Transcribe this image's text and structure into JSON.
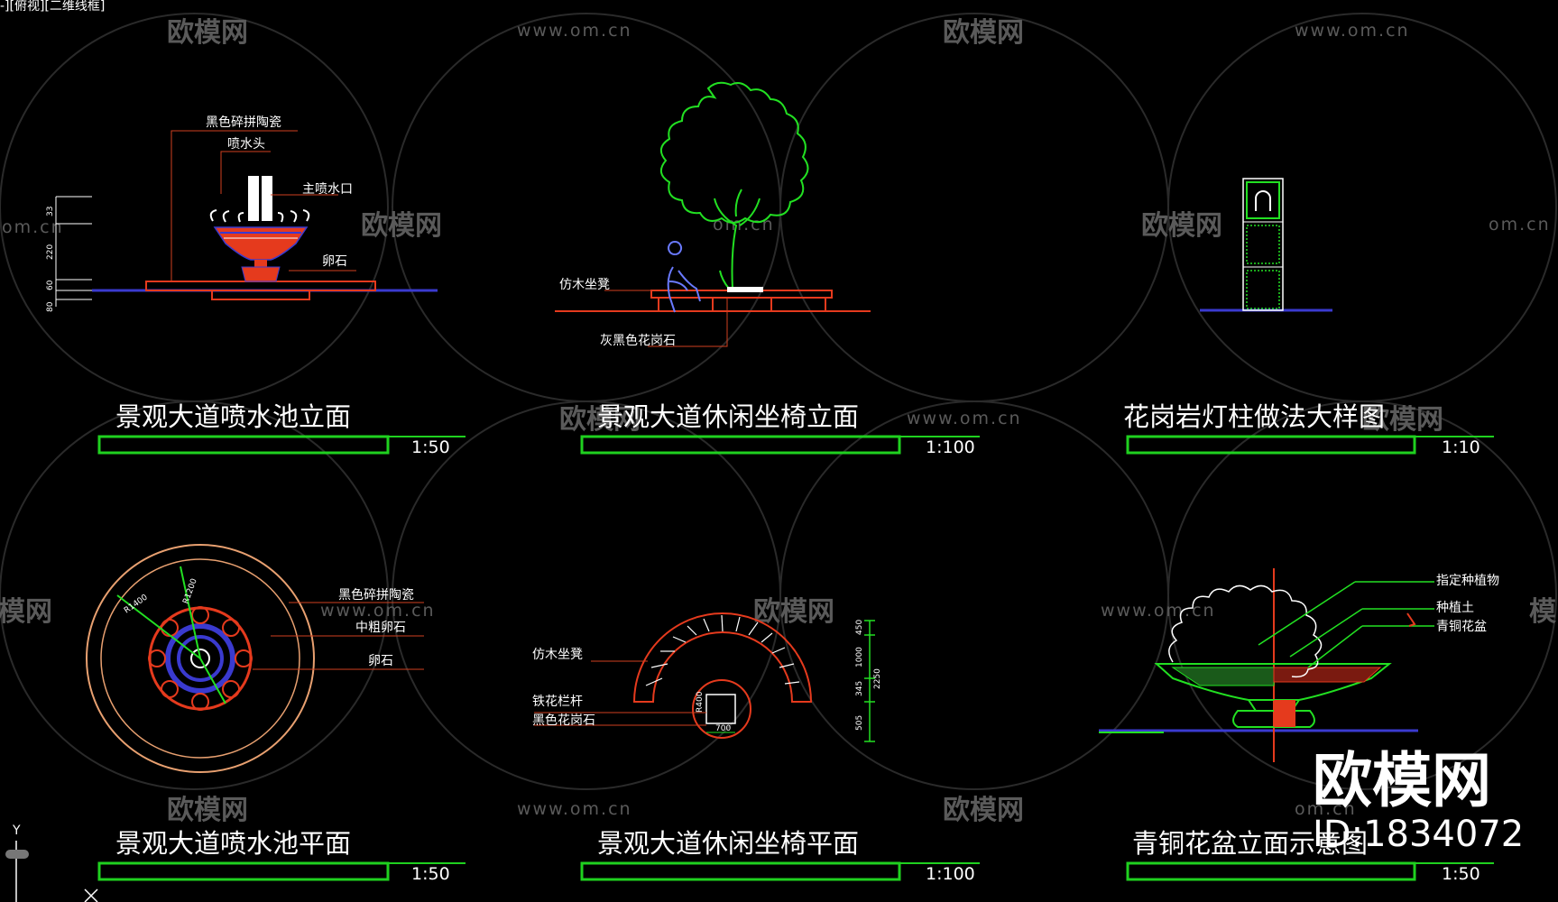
{
  "view_tag": "-][俯视][二维线框]",
  "colors": {
    "background": "#000000",
    "title_bar": "#1fd11f",
    "red": "#e53a1d",
    "blue": "#3a3acf",
    "green": "#22e022",
    "leader": "#d04020"
  },
  "watermark": {
    "brand_text": "欧模网",
    "url_text": "www.om.cn",
    "url_partial": "om.cn",
    "brand_partial": "模网"
  },
  "brand_stamp": {
    "name": "欧模网",
    "id": "ID:1834072"
  },
  "drawings": [
    {
      "id": "fountain-elevation",
      "title": "景观大道喷水池立面",
      "scale": "1:50",
      "labels": [
        "黑色碎拼陶瓷",
        "喷水头",
        "主喷水口",
        "卵石"
      ],
      "dims": [
        "33",
        "220",
        "60",
        "80"
      ]
    },
    {
      "id": "bench-elevation",
      "title": "景观大道休闲坐椅立面",
      "scale": "1:100",
      "labels": [
        "仿木坐凳",
        "灰黑色花岗石"
      ]
    },
    {
      "id": "lamp-post-detail",
      "title": "花岗岩灯柱做法大样图",
      "scale": "1:10",
      "labels": []
    },
    {
      "id": "fountain-plan",
      "title": "景观大道喷水池平面",
      "scale": "1:50",
      "labels": [
        "黑色碎拼陶瓷",
        "中粗卵石",
        "卵石"
      ],
      "dims": [
        "R1400",
        "R1200"
      ]
    },
    {
      "id": "bench-plan",
      "title": "景观大道休闲坐椅平面",
      "scale": "1:100",
      "labels": [
        "仿木坐凳",
        "铁花栏杆",
        "黑色花岗石"
      ],
      "dims": [
        "450",
        "1000",
        "345",
        "2250",
        "505",
        "700",
        "R400"
      ]
    },
    {
      "id": "planter-elevation",
      "title": "青铜花盆立面示意图",
      "scale": "1:50",
      "labels": [
        "指定种植物",
        "种植土",
        "青铜花盆"
      ]
    }
  ],
  "axis_icon": {
    "label": "Y"
  }
}
